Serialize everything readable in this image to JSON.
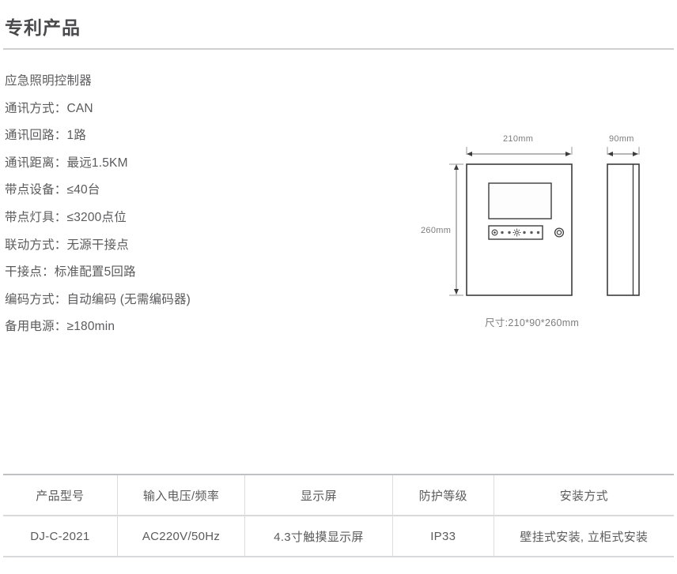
{
  "header": {
    "title": "专利产品"
  },
  "specs": {
    "lines": [
      "应急照明控制器",
      "通讯方式：CAN",
      "通讯回路：1路",
      "通讯距离：最远1.5KM",
      "带点设备：≤40台",
      "带点灯具：≤3200点位",
      "联动方式：无源干接点",
      "干接点：标准配置5回路",
      "编码方式：自动编码 (无需编码器)",
      "备用电源：≥180min"
    ]
  },
  "diagram": {
    "width_label": "210mm",
    "depth_label": "90mm",
    "height_label": "260mm",
    "caption": "尺寸:210*90*260mm"
  },
  "table": {
    "headers": [
      "产品型号",
      "输入电压/频率",
      "显示屏",
      "防护等级",
      "安装方式"
    ],
    "rows": [
      [
        "DJ-C-2021",
        "AC220V/50Hz",
        "4.3寸触摸显示屏",
        "IP33",
        "壁挂式安装, 立柜式安装"
      ]
    ]
  },
  "colors": {
    "text": "#5b5b5d",
    "title": "#4a4a4c",
    "rule": "#cdcfd1",
    "line": "#3c3c3c",
    "dim": "#7d7d7f"
  }
}
